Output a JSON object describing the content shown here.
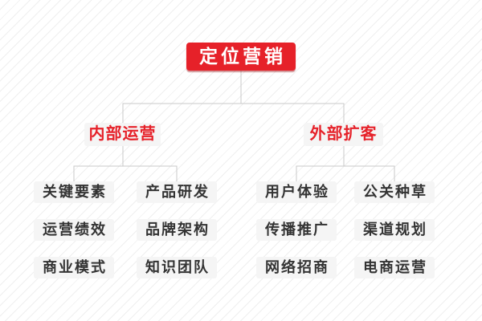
{
  "diagram": {
    "root": {
      "label": "定位营销"
    },
    "branches": [
      {
        "label": "内部运营",
        "children": [
          "关键要素",
          "产品研发",
          "运营绩效",
          "品牌架构",
          "商业模式",
          "知识团队"
        ]
      },
      {
        "label": "外部扩客",
        "children": [
          "用户体验",
          "公关种草",
          "传播推广",
          "渠道规划",
          "网络招商",
          "电商运营"
        ]
      }
    ],
    "colors": {
      "accent_red": "#e62129",
      "node_background": "#f5f5f5",
      "leaf_text": "#333333",
      "connector": "#c8c8c8",
      "background_stripe": "#efefef"
    }
  }
}
